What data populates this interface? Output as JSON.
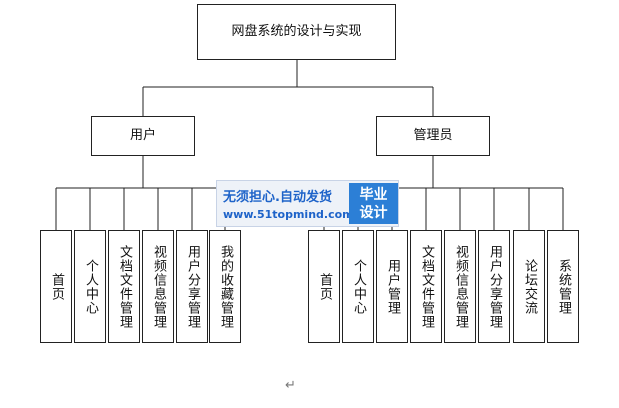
{
  "diagram": {
    "root": "网盘系统的设计与实现",
    "roles": [
      {
        "label": "用户",
        "children": [
          "首页",
          "个人中心",
          "文档文件管理",
          "视频信息管理",
          "用户分享管理",
          "我的收藏管理"
        ]
      },
      {
        "label": "管理员",
        "children": [
          "首页",
          "个人中心",
          "用户管理",
          "文档文件管理",
          "视频信息管理",
          "用户分享管理",
          "论坛交流",
          "系统管理"
        ]
      }
    ]
  },
  "watermark": {
    "line1": "无须担心.自动发货",
    "line2": "www.51topmind.com",
    "badge_line1": "毕业",
    "badge_line2": "设计"
  },
  "return_mark": "↵"
}
